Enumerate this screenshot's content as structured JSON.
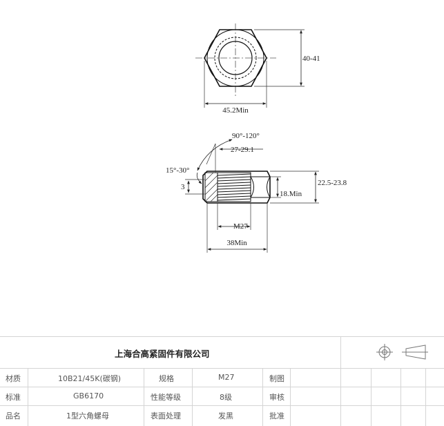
{
  "drawing": {
    "top_view": {
      "width_label": "45.2Min",
      "height_label": "40-41"
    },
    "side_view": {
      "chamfer_angle_label": "90°-120°",
      "bevel_angle_label": "15°-30°",
      "counterbore_label": "27-29.1",
      "dim_3_label": "3",
      "thread_label": "M27",
      "overall_width_label": "38Min",
      "total_height_label": "22.5-23.8",
      "min_height_label": "18.Min"
    }
  },
  "title_block": {
    "company": "上海合高紧固件有限公司",
    "rows": [
      {
        "label1": "材质",
        "value1": "10B21/45K(碳钢)",
        "label2": "规格",
        "value2": "M27",
        "label3": "制图"
      },
      {
        "label1": "标准",
        "value1": "GB6170",
        "label2": "性能等级",
        "value2": "8级",
        "label3": "审核"
      },
      {
        "label1": "品名",
        "value1": "1型六角螺母",
        "label2": "表面处理",
        "value2": "发黑",
        "label3": "批准"
      }
    ]
  }
}
